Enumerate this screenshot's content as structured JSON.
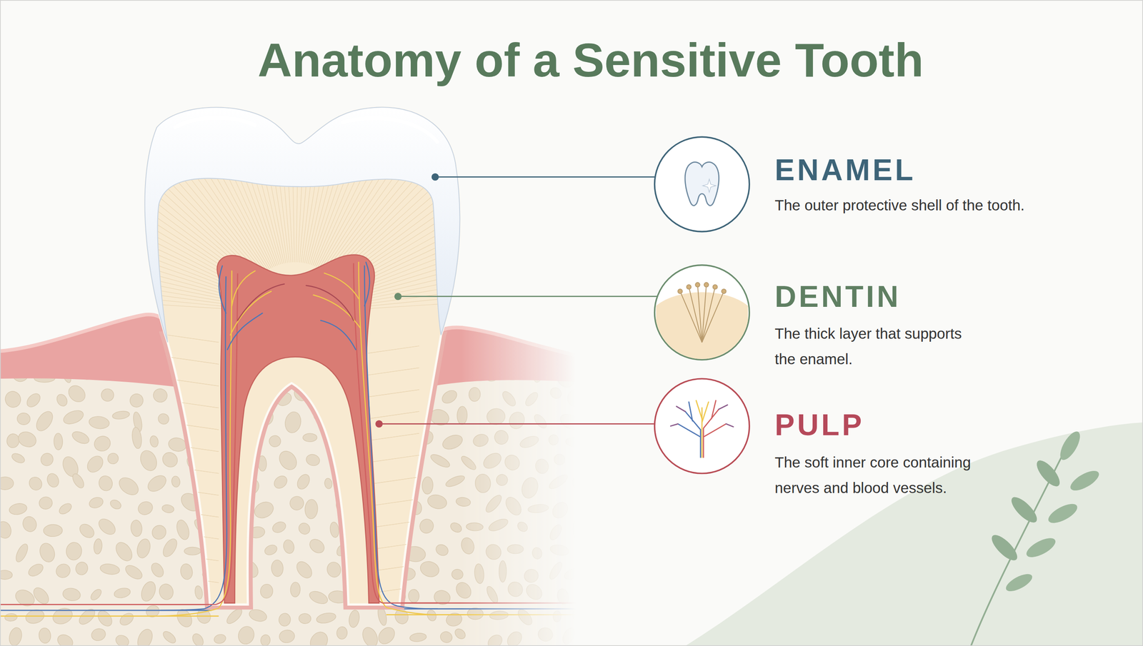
{
  "diagram": {
    "title": "Anatomy of a Sensitive Tooth",
    "labels": [
      "ENAMEL",
      "The outer protective shell of the tooth.",
      "DENTIN",
      "The thick layer that supports the enamel.",
      "PULP",
      "The soft inner core containing nerves and blood vessels."
    ]
  }
}
